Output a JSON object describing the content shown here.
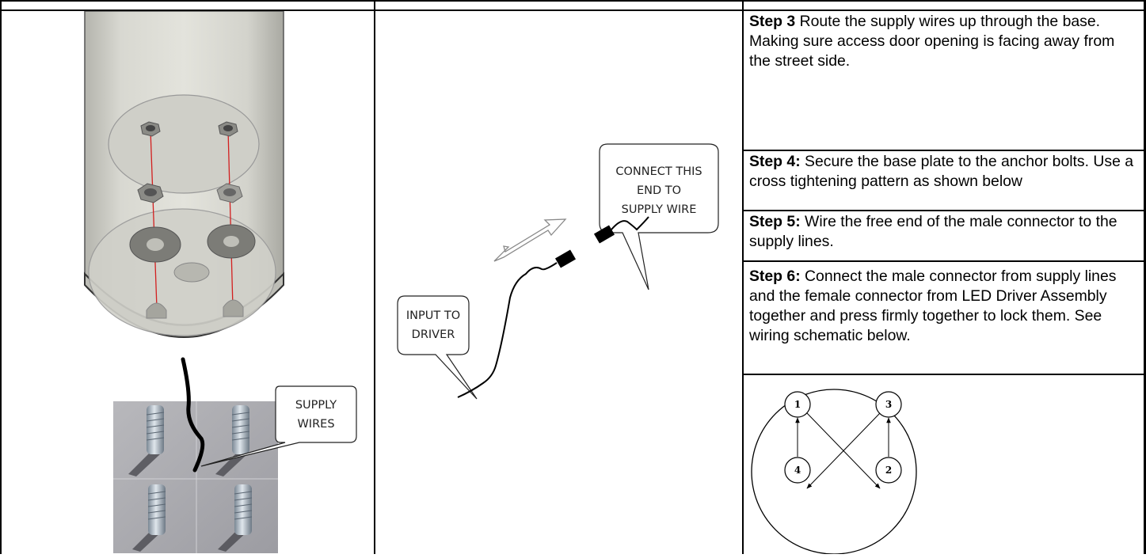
{
  "steps": [
    {
      "label": "Step 3",
      "text": " Route the supply wires up through the base. Making sure access door opening is facing away from the street side."
    },
    {
      "label": "Step 4:",
      "text": " Secure the base plate to the anchor bolts. Use a cross tightening pattern as shown below"
    },
    {
      "label": "Step 5:",
      "text": " Wire the free end of the male connector to the supply lines."
    },
    {
      "label": "Step 6:",
      "text": " Connect the male connector from supply lines and the female connector from LED Driver Assembly together and press firmly together to lock them. See wiring schematic below."
    }
  ],
  "callouts": {
    "supply_wires": [
      "SUPPLY",
      "WIRES"
    ],
    "connect_end": [
      "CONNECT THIS",
      "END TO",
      "SUPPLY WIRE"
    ],
    "input_driver": [
      "INPUT TO",
      "DRIVER"
    ]
  },
  "bolt_pattern": {
    "bolts": [
      "1",
      "3",
      "4",
      "2"
    ]
  },
  "colors": {
    "border": "#000000",
    "pole": "#c9c9c2",
    "bolt_line": "#d21f1f"
  }
}
